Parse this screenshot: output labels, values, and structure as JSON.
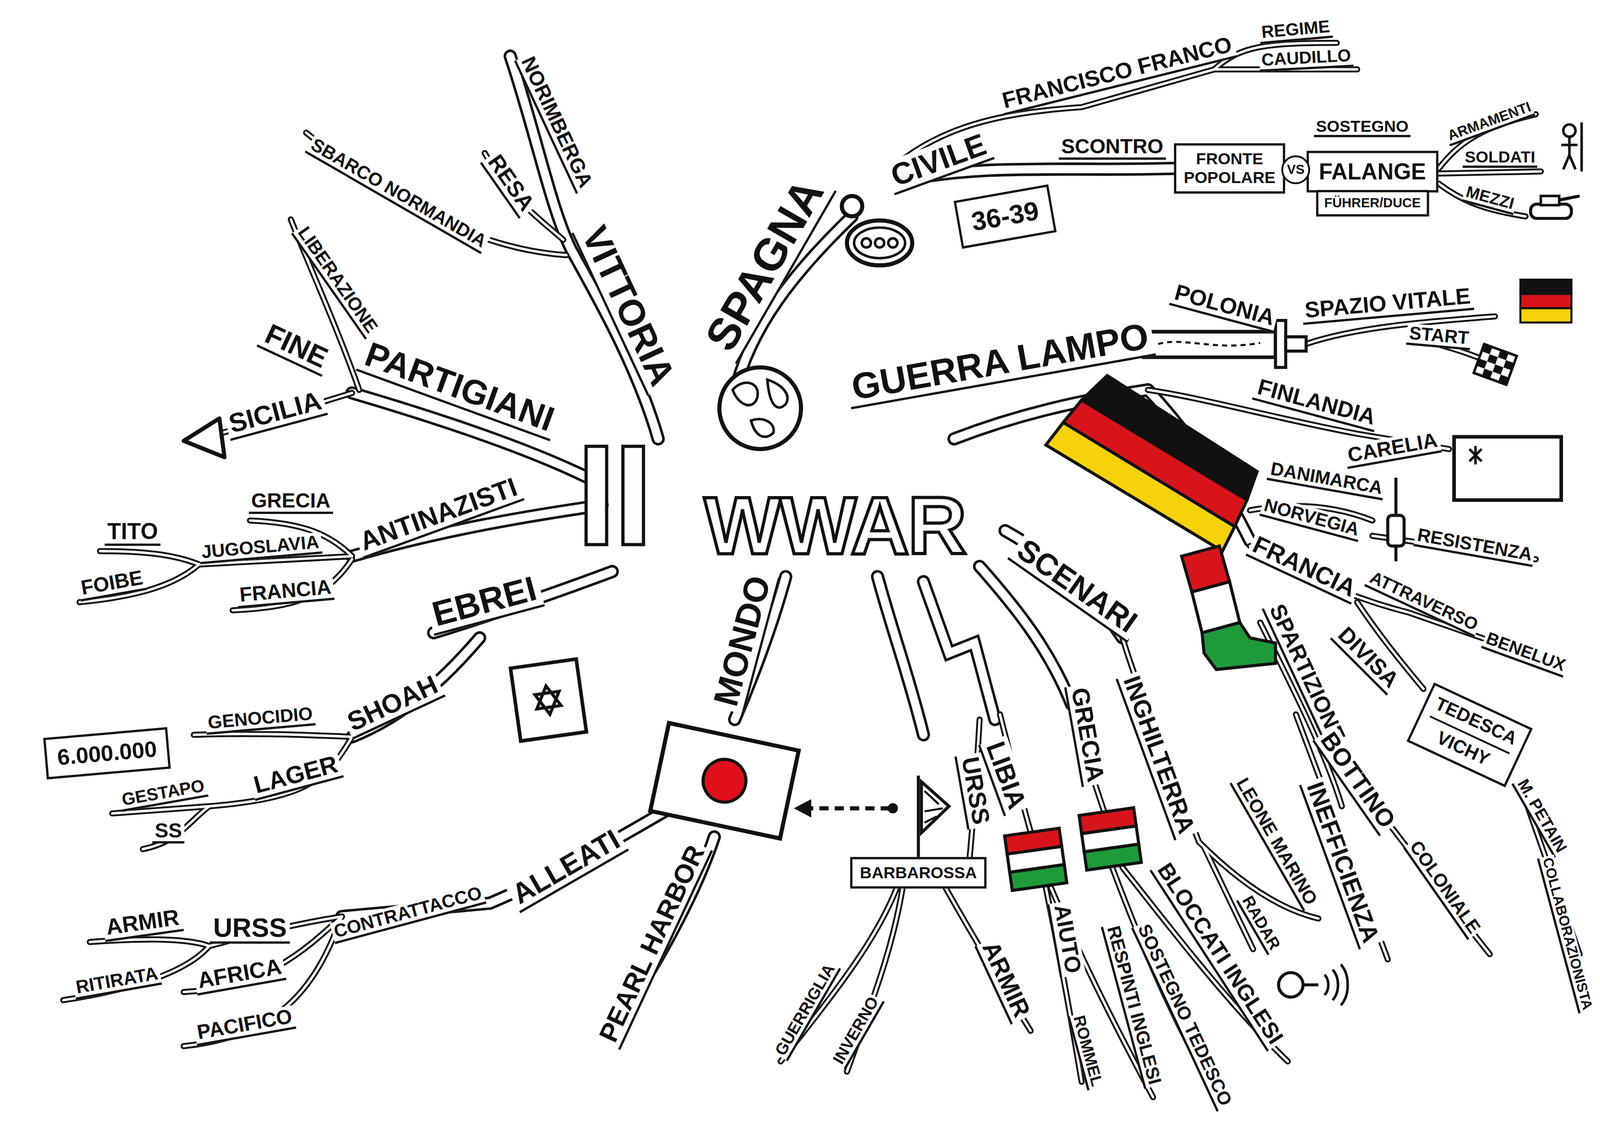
{
  "diagram": {
    "nodes": [
      {
        "text": [
          "II",
          "WWAR"
        ]
      },
      {
        "text": [
          "36-39"
        ]
      },
      {
        "text": [
          "FRONTE POPOLARE"
        ]
      },
      {
        "text": [
          "FALANGE"
        ]
      },
      {
        "text": [
          "FÜHRER/DUCE"
        ]
      },
      {
        "text": [
          "TEDESCA",
          "VICHY"
        ]
      },
      {
        "text": [
          "6.000.000"
        ]
      },
      {
        "text": [
          "BARBAROSSA"
        ]
      }
    ],
    "edges": [
      {
        "from": 2,
        "to": 3,
        "arrow": "none",
        "label": "VS"
      }
    ],
    "labels": [
      "FRANCISCO FRANCO",
      "REGIME",
      "CAUDILLO",
      "SPAGNA",
      "CIVILE",
      "SCONTRO",
      "SOSTEGNO",
      "ARMAMENTI",
      "SOLDATI",
      "MEZZI",
      "VITTORIA",
      "NORIMBERGA",
      "RESA",
      "SBARCO NORMANDIA",
      "PARTIGIANI",
      "LIBERAZIONE",
      "FINE",
      "SICILIA",
      "ANTINAZISTI",
      "GRECIA",
      "JUGOSLAVIA",
      "FRANCIA",
      "TITO",
      "FOIBE",
      "EBREI",
      "SHOAH",
      "GENOCIDIO",
      "LAGER",
      "GESTAPO",
      "SS",
      "MONDO",
      "ALLEATI",
      "CONTRATTACCO",
      "URSS",
      "ARMIR",
      "RITIRATA",
      "AFRICA",
      "PACIFICO",
      "PEARL HARBOR",
      "SCENARI",
      "URSS",
      "GUERRIGLIA",
      "INVERNO",
      "ARMIR",
      "LIBIA",
      "AIUTO",
      "ROMMEL",
      "GRECIA",
      "RESPINTI INGLESI",
      "SOSTEGNO TEDESCO",
      "INGHILTERRA",
      "BLOCCATI INGLESI",
      "LEONE MARINO",
      "RADAR",
      "GUERRA LAMPO",
      "POLONIA",
      "SPAZIO VITALE",
      "START",
      "FINLANDIA",
      "CARELIA",
      "DANIMARCA",
      "NORVEGIA",
      "RESISTENZA",
      "FRANCIA",
      "ATTRAVERSO",
      "BENELUX",
      "DIVISA",
      "M. PETAIN",
      "COLLABORAZIONISTA",
      "SPARTIZIONE",
      "BOTTINO",
      "COLONIALE",
      "INEFFICIENZA"
    ]
  }
}
